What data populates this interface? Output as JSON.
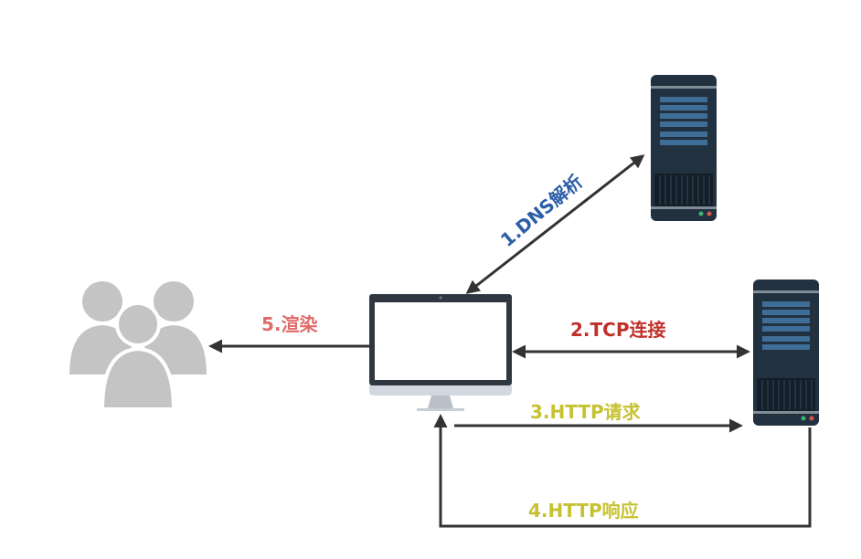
{
  "labels": {
    "dns": "1.DNS解析",
    "tcp": "2.TCP连接",
    "request": "3.HTTP请求",
    "response": "4.HTTP响应",
    "render": "5.渲染"
  },
  "colors": {
    "dns": "#2c5ea8",
    "tcp": "#c0302a",
    "http": "#c6c232",
    "render": "#e06a6a",
    "arrow": "#333333",
    "server": "#22313f",
    "users": "#c4c4c4"
  }
}
